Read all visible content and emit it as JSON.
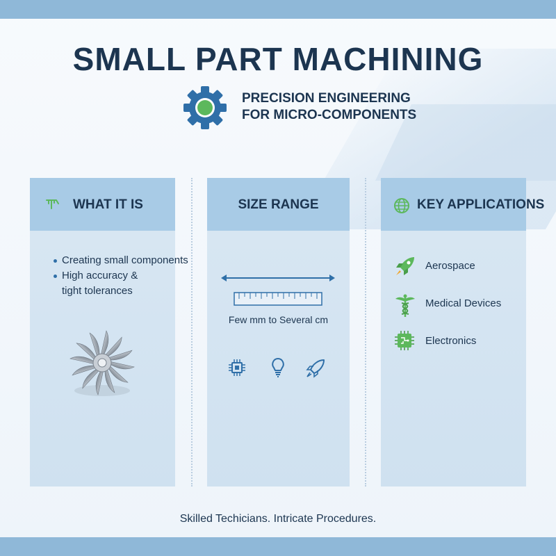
{
  "title": "SMALL PART MACHINING",
  "subtitle": {
    "line1": "PRECISION ENGINEERING",
    "line2": "FOR MICRO-COMPONENTS"
  },
  "panels": {
    "what_it_is": {
      "heading": "WHAT IT IS",
      "bullets": [
        "Creating small components",
        "High accuracy &",
        "tight tolerances"
      ]
    },
    "size_range": {
      "heading": "SIZE RANGE",
      "range_label": "Few mm to Several cm"
    },
    "key_applications": {
      "heading": "KEY APPLICATIONS",
      "items": [
        "Aerospace",
        "Medical Devices",
        "Electronics"
      ]
    }
  },
  "footer": "Skilled Techicians. Intricate Procedures.",
  "colors": {
    "navy": "#1c3550",
    "accent_blue": "#2f6fa8",
    "accent_green": "#5cb85c",
    "panel_header": "#a8cbe6",
    "band": "#8fb8d8"
  },
  "icons": {
    "subtitle": "gear-icon",
    "what_it_is": "caliper-icon",
    "key_applications": "globe-icon",
    "size_row": [
      "chip-icon",
      "lightbulb-icon",
      "rocket-icon"
    ],
    "apps": [
      "rocket-icon",
      "caduceus-icon",
      "circuit-chip-icon"
    ]
  }
}
